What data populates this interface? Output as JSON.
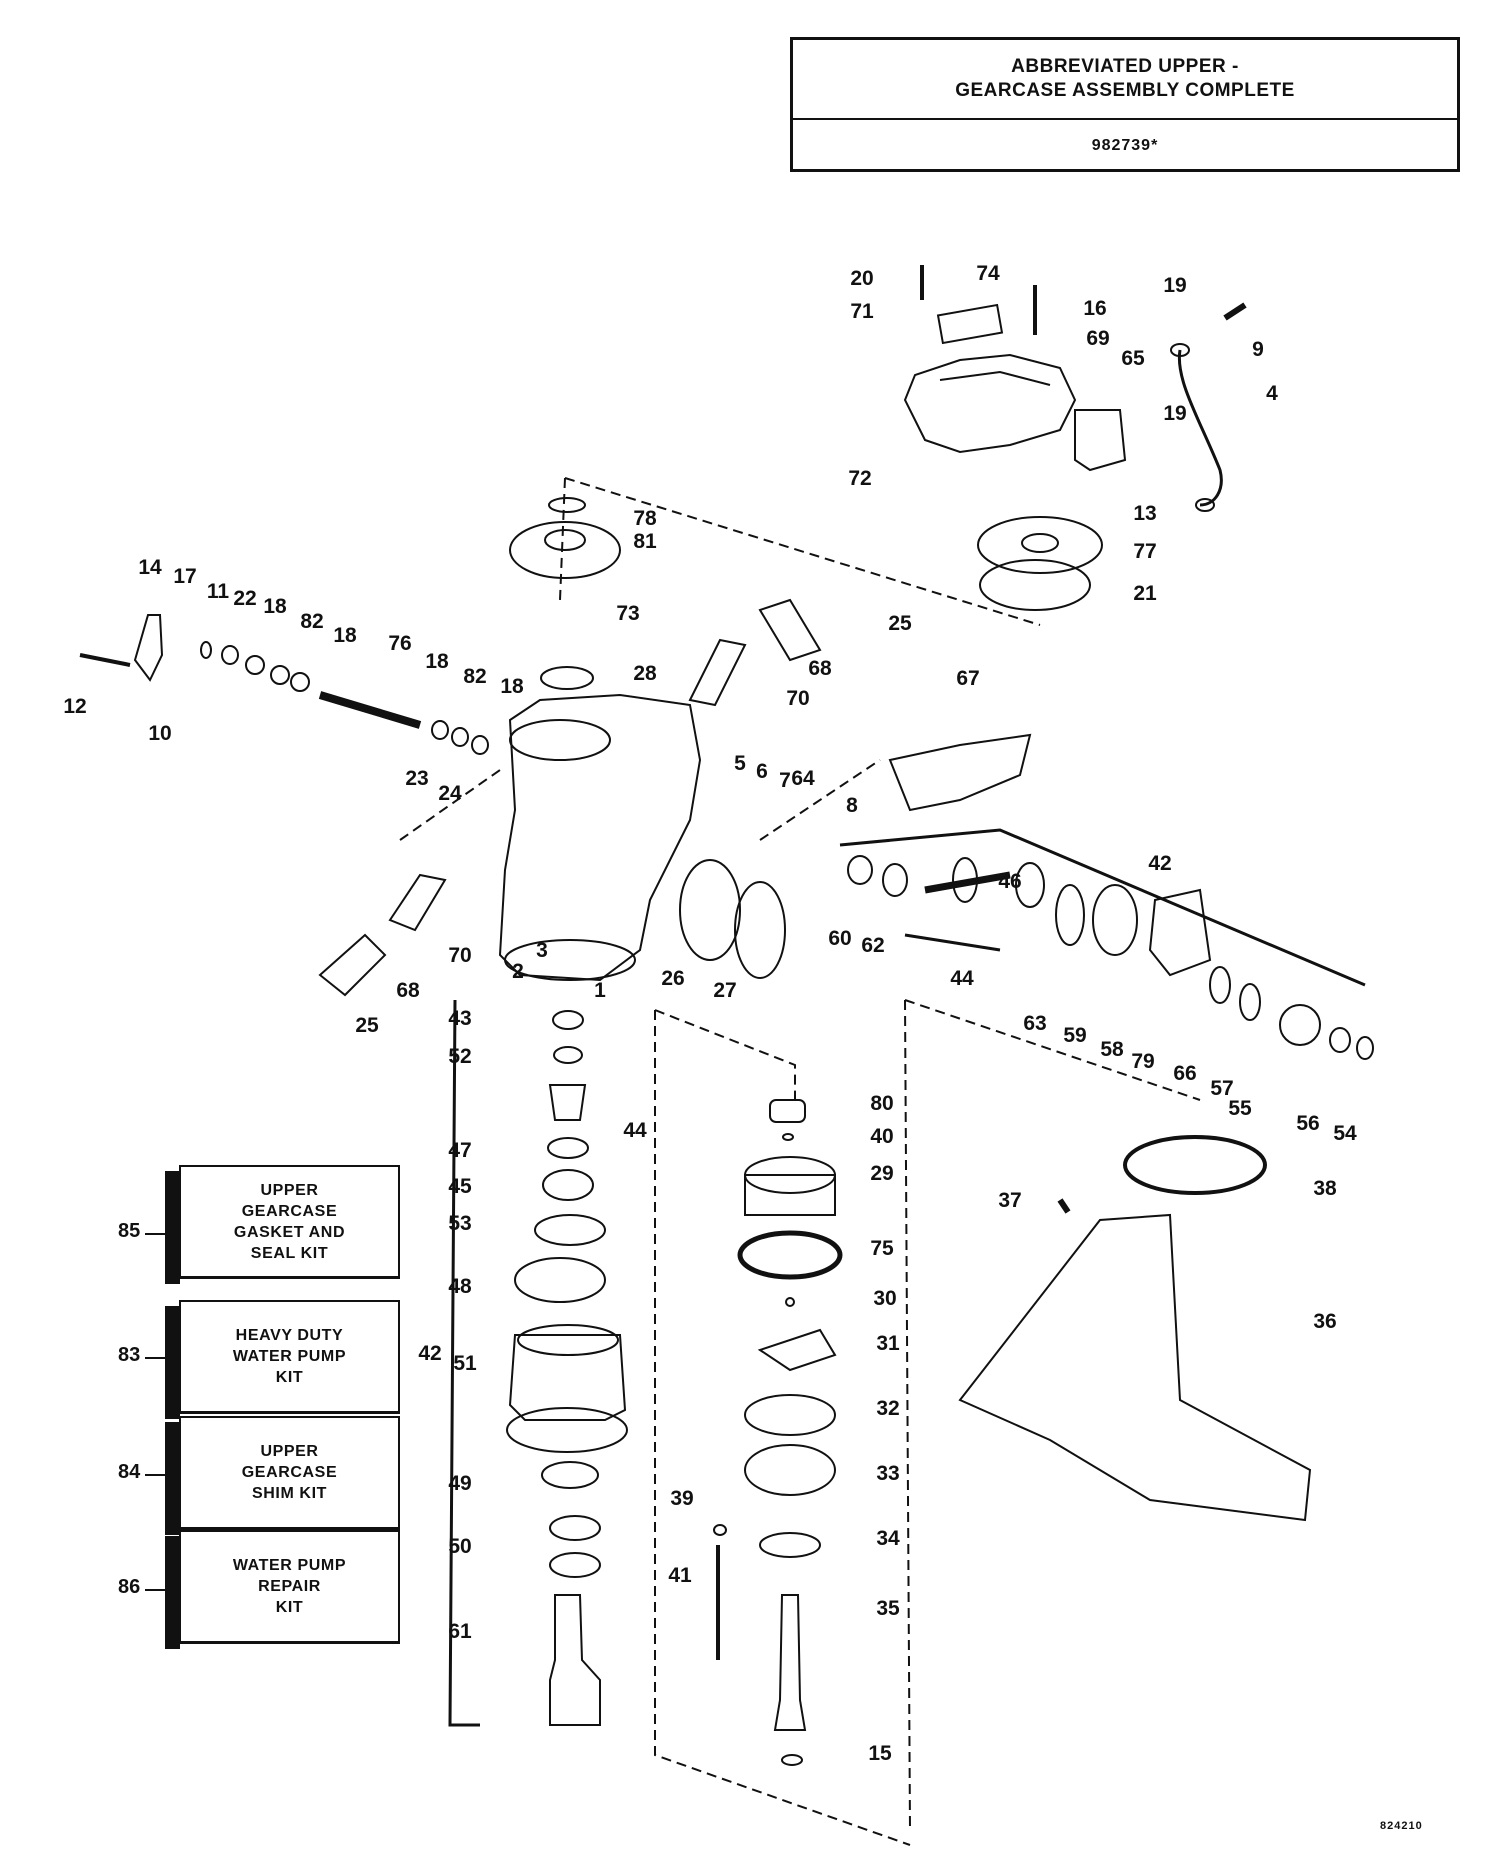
{
  "title_box": {
    "line1": "ABBREVIATED UPPER -",
    "line2": "GEARCASE ASSEMBLY COMPLETE",
    "part_number": "982739*"
  },
  "kits": [
    {
      "number": "85",
      "lines": [
        "UPPER",
        "GEARCASE",
        "GASKET AND",
        "SEAL KIT"
      ]
    },
    {
      "number": "83",
      "lines": [
        "HEAVY DUTY",
        "WATER PUMP",
        "KIT"
      ]
    },
    {
      "number": "84",
      "lines": [
        "UPPER",
        "GEARCASE",
        "SHIM KIT"
      ]
    },
    {
      "number": "86",
      "lines": [
        "WATER PUMP",
        "REPAIR",
        "KIT"
      ]
    }
  ],
  "figure_code": "824210",
  "callouts": [
    "1",
    "2",
    "3",
    "4",
    "5",
    "6",
    "7",
    "8",
    "9",
    "10",
    "11",
    "12",
    "13",
    "14",
    "15",
    "16",
    "17",
    "18",
    "19",
    "20",
    "21",
    "22",
    "23",
    "24",
    "25",
    "26",
    "27",
    "28",
    "29",
    "30",
    "31",
    "32",
    "33",
    "34",
    "35",
    "36",
    "37",
    "38",
    "39",
    "40",
    "41",
    "42",
    "43",
    "44",
    "45",
    "46",
    "47",
    "48",
    "49",
    "50",
    "51",
    "52",
    "53",
    "54",
    "55",
    "56",
    "57",
    "58",
    "59",
    "60",
    "61",
    "62",
    "63",
    "64",
    "65",
    "66",
    "67",
    "68",
    "69",
    "70",
    "71",
    "72",
    "73",
    "74",
    "75",
    "76",
    "77",
    "78",
    "79",
    "80",
    "81",
    "82"
  ]
}
